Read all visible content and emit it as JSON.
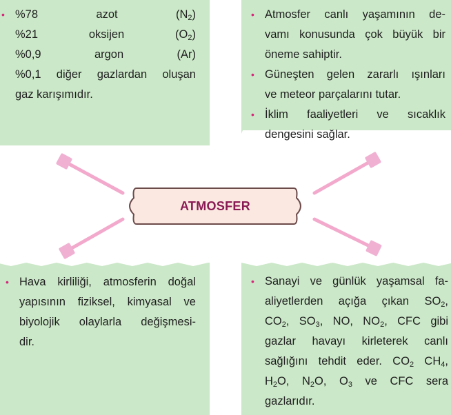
{
  "colors": {
    "card_fill": "#cbe8c8",
    "bullet": "#d6247b",
    "connector": "#f2a9cc",
    "connector_tip": "#f0b0d2",
    "center_fill": "#fbe9e1",
    "center_border": "#6b4a4a",
    "center_text": "#8a1a55"
  },
  "center": {
    "label": "ATMOSFER"
  },
  "cards": [
    {
      "id": "composition",
      "items": [
        [
          "%78 azot (N<sub>2</sub>)",
          "%21 oksijen (O<sub>2</sub>)",
          "%0,9 argon (Ar)",
          "%0,1 diğer gazlardan oluşan",
          "gaz karışımıdır."
        ]
      ]
    },
    {
      "id": "importance",
      "items": [
        [
          "Atmosfer canlı yaşamının de-",
          "vamı konusunda çok büyük bir",
          "öneme sahiptir."
        ],
        [
          "Güneşten gelen zararlı ışınları",
          "ve meteor parçalarını tutar."
        ],
        [
          "İklim faaliyetleri ve sıcaklık",
          "dengesini sağlar."
        ]
      ]
    },
    {
      "id": "pollution-definition",
      "items": [
        [
          "Hava kirliliği, atmosferin doğal",
          "yapısının fiziksel, kimyasal ve",
          "biyolojik olaylarla değişmesi-",
          "dir."
        ]
      ]
    },
    {
      "id": "pollutants",
      "items": [
        [
          "Sanayi ve günlük yaşamsal fa-",
          "aliyetlerden açığa çıkan SO<sub>2</sub>,",
          "CO<sub>2</sub>, SO<sub>3</sub>, NO, NO<sub>2</sub>, CFC gibi",
          "gazlar havayı kirleterek canlı",
          "sağlığını tehdit eder. CO<sub>2</sub> CH<sub>4</sub>,",
          "H<sub>2</sub>O, N<sub>2</sub>O, O<sub>3</sub> ve CFC sera",
          "gazlarıdır."
        ]
      ]
    }
  ]
}
